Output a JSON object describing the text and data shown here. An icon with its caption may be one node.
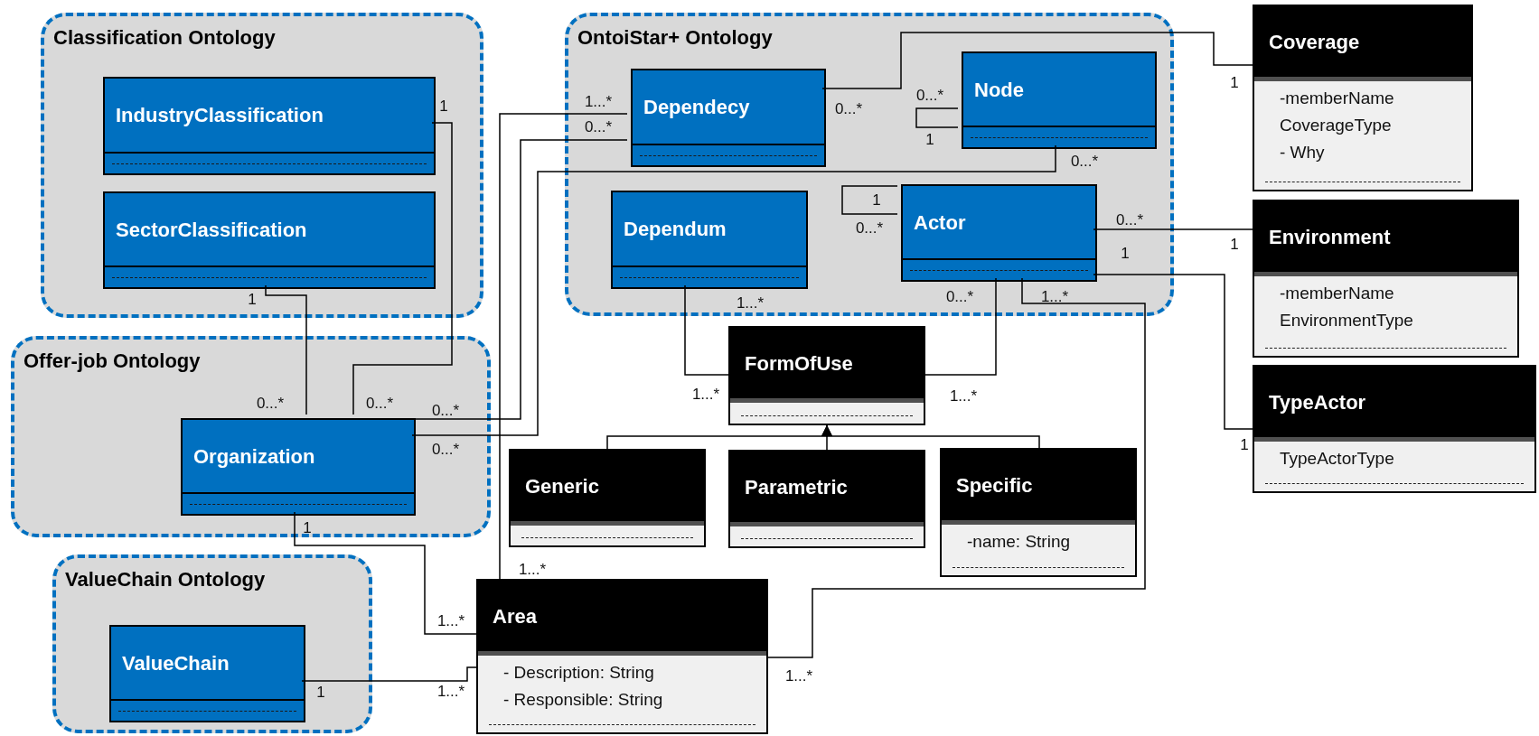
{
  "diagram": {
    "nodes": [
      {
        "text": [
          "Classification Ontology"
        ]
      },
      {
        "text": [
          "IndustryClassification"
        ],
        "in": 0
      },
      {
        "text": [
          "SectorClassification"
        ],
        "in": 0
      },
      {
        "text": [
          "OntoiStar+ Ontology"
        ]
      },
      {
        "text": [
          "Dependecy"
        ],
        "in": 3
      },
      {
        "text": [
          "Node"
        ],
        "in": 3
      },
      {
        "text": [
          "Dependum"
        ],
        "in": 3
      },
      {
        "text": [
          "Actor"
        ],
        "in": 3
      },
      {
        "text": [
          "Coverage",
          "-memberName",
          "CoverageType",
          "- Why"
        ]
      },
      {
        "text": [
          "Environment",
          "-memberName",
          "EnvironmentType"
        ]
      },
      {
        "text": [
          "Offer-job Ontology"
        ]
      },
      {
        "text": [
          "Organization"
        ],
        "in": 10
      },
      {
        "text": [
          "FormOfUse"
        ]
      },
      {
        "text": [
          "TypeActor",
          "TypeActorType"
        ]
      },
      {
        "text": [
          "Generic"
        ]
      },
      {
        "text": [
          "Parametric"
        ]
      },
      {
        "text": [
          "Specific",
          "-name: String"
        ]
      },
      {
        "text": [
          "ValueChain Ontology"
        ]
      },
      {
        "text": [
          "ValueChain"
        ],
        "in": 17
      },
      {
        "text": [
          "Area",
          "- Description: String",
          "- Responsible: String"
        ]
      }
    ],
    "edges": [
      {
        "from": 1,
        "to": 11,
        "arrow": "none"
      },
      {
        "from": 2,
        "to": 11,
        "arrow": "none"
      },
      {
        "from": 4,
        "to": 19,
        "arrow": "none"
      },
      {
        "from": 4,
        "to": 11,
        "arrow": "none"
      },
      {
        "from": 5,
        "to": 11,
        "arrow": "none"
      },
      {
        "from": 4,
        "to": 8,
        "arrow": "none"
      },
      {
        "from": 5,
        "to": 5,
        "arrow": "none"
      },
      {
        "from": 7,
        "to": 7,
        "arrow": "none"
      },
      {
        "from": 7,
        "to": 9,
        "arrow": "none"
      },
      {
        "from": 7,
        "to": 13,
        "arrow": "none"
      },
      {
        "from": 6,
        "to": 12,
        "arrow": "none"
      },
      {
        "from": 7,
        "to": 12,
        "arrow": "none"
      },
      {
        "from": 7,
        "to": 19,
        "arrow": "none"
      },
      {
        "from": 11,
        "to": 19,
        "arrow": "none"
      },
      {
        "from": 18,
        "to": 19,
        "arrow": "none"
      },
      {
        "from": 14,
        "to": 12,
        "arrow": "to"
      },
      {
        "from": 15,
        "to": 12,
        "arrow": "to"
      },
      {
        "from": 16,
        "to": 12,
        "arrow": "to"
      }
    ],
    "labels": [
      "1",
      "1",
      "1...*",
      "0...*",
      "0...*",
      "1",
      "0...*",
      "1",
      "0...*",
      "1",
      "0...*",
      "0...*",
      "1",
      "1",
      "1",
      "1...*",
      "0...*",
      "1...*",
      "0...*",
      "0...*",
      "0...*",
      "0...*",
      "1...*",
      "1...*",
      "1",
      "1...*",
      "1...*",
      "1",
      "1...*",
      "1...*"
    ]
  }
}
